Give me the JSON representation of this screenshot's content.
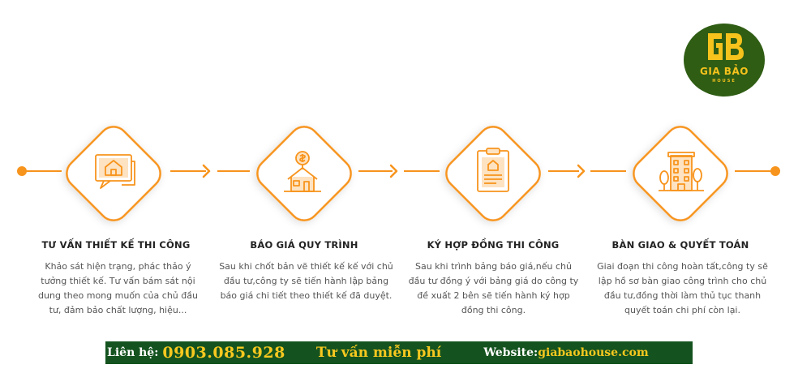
{
  "logo": {
    "monogram": "GB",
    "name": "GIA BẢO",
    "sub": "HOUSE"
  },
  "steps": [
    {
      "icon": "consultation-house-icon",
      "title": "TƯ VẤN THIẾT KẾ THI CÔNG",
      "desc": "Khảo sát hiện trạng, phác thảo ý tưởng thiết kế. Tư vấn bám sát nội dung theo mong muốn của chủ đầu tư, đảm bảo chất lượng, hiệu..."
    },
    {
      "icon": "price-quote-house-icon",
      "title": "BÁO GIÁ QUY TRÌNH",
      "desc": "Sau khi chốt bản vẽ thiết kế kế với chủ đầu tư,công ty sẽ tiến hành lập bảng báo giá chi tiết theo thiết kế đã duyệt."
    },
    {
      "icon": "contract-clipboard-icon",
      "title": "KÝ HỢP ĐỒNG THI CÔNG",
      "desc": "Sau khi trình bảng báo giá,nếu chủ đầu tư đồng ý với bảng giá do công ty đề xuất 2 bên sẽ tiến hành ký hợp đồng thi công."
    },
    {
      "icon": "building-handover-icon",
      "title": "BÀN GIAO & QUYẾT TOÁN",
      "desc": "Giai đoạn thi công hoàn tất,công ty sẽ lập hồ sơ bàn giao công trình cho chủ đầu tư,đồng thời làm thủ tục thanh quyết toán chi phí còn lại."
    }
  ],
  "footer": {
    "contact_label": "Liên hệ:",
    "phone": "0903.085.928",
    "free_consult": "Tư vấn miễn phí",
    "website_label": "Website:",
    "website": "giabaohouse.com"
  },
  "colors": {
    "accent": "#f7941d",
    "footer_bg": "#14531f",
    "footer_highlight": "#f7c81f",
    "logo_bg": "#2f5d14"
  }
}
